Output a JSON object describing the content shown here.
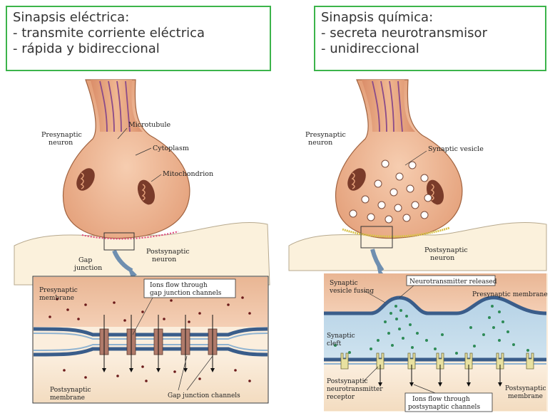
{
  "left_box": {
    "title": "Sinapsis eléctrica:",
    "line1": "- transmite corriente eléctrica",
    "line2": "- rápida y bidireccional"
  },
  "right_box": {
    "title": "Sinapsis química:",
    "line1": "- secreta neurotransmisor",
    "line2": "- unidireccional"
  },
  "left_diagram": {
    "presynaptic_1": "Presynaptic",
    "presynaptic_2": "neuron",
    "microtubule": "Microtubule",
    "cytoplasm": "Cytoplasm",
    "mitochondrion": "Mitochondrion",
    "postsynaptic_1": "Postsynaptic",
    "postsynaptic_2": "neuron",
    "gap_1": "Gap",
    "gap_2": "junction",
    "ions_1": "Ions flow through",
    "ions_2": "gap junction channels",
    "pre_membrane_1": "Presynaptic",
    "pre_membrane_2": "membrane",
    "post_membrane_1": "Postsynaptic",
    "post_membrane_2": "membrane",
    "gap_channels": "Gap junction channels"
  },
  "right_diagram": {
    "presynaptic_1": "Presynaptic",
    "presynaptic_2": "neuron",
    "synaptic_vesicle": "Synaptic vesicle",
    "postsynaptic_1": "Postsynaptic",
    "postsynaptic_2": "neuron",
    "vesicle_fusing_1": "Synaptic",
    "vesicle_fusing_2": "vesicle fusing",
    "nt_released": "Neurotransmitter released",
    "pre_membrane": "Presynaptic membrane",
    "cleft_1": "Synaptic",
    "cleft_2": "cleft",
    "receptor_1": "Postsynaptic",
    "receptor_2": "neurotransmitter",
    "receptor_3": "receptor",
    "ions_1": "Ions flow through",
    "ions_2": "postsynaptic channels",
    "post_membrane_1": "Postsynaptic",
    "post_membrane_2": "membrane"
  },
  "colors": {
    "box_border": "#3cb44b",
    "neuron_fill": "#f0b892",
    "membrane": "#3a5d8a",
    "vesicle": "#2e8b57"
  }
}
